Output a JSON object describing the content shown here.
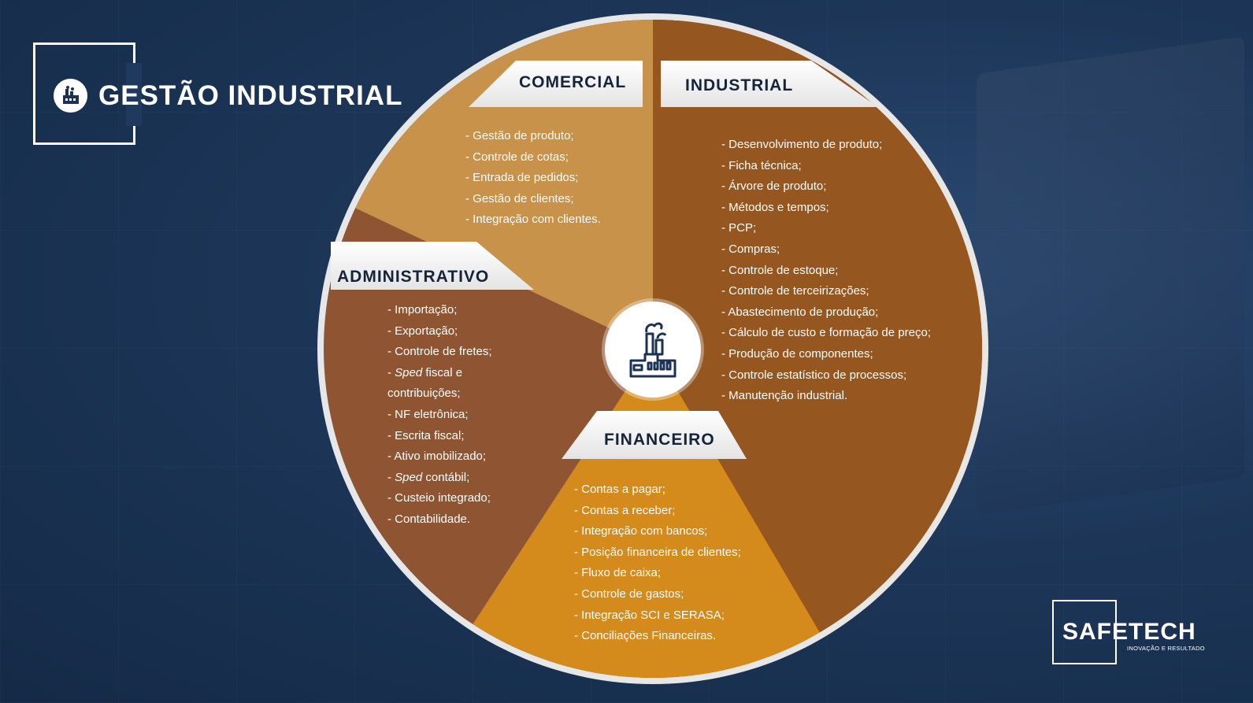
{
  "page": {
    "title": "GESTÃO INDUSTRIAL",
    "title_icon": "factory-icon"
  },
  "colors": {
    "background": "#1b3254",
    "comercial": "#c8924a",
    "industrial": "#96561f",
    "administrativo": "#8f5532",
    "financeiro": "#d58a1c",
    "label_bg": "#ffffff",
    "label_text": "#16243a"
  },
  "sections": {
    "comercial": {
      "label": "COMERCIAL",
      "items": [
        "- Gestão de produto;",
        "- Controle de cotas;",
        "- Entrada de pedidos;",
        "- Gestão de clientes;",
        "- Integração com clientes."
      ]
    },
    "industrial": {
      "label": "INDUSTRIAL",
      "items": [
        "- Desenvolvimento de produto;",
        "- Ficha técnica;",
        "- Árvore de produto;",
        "- Métodos e tempos;",
        "- PCP;",
        "- Compras;",
        "- Controle de estoque;",
        "- Controle de terceirizações;",
        "- Abastecimento de produção;",
        "- Cálculo de custo e formação de preço;",
        "- Produção de componentes;",
        "- Controle estatístico de processos;",
        "- Manutenção industrial."
      ]
    },
    "administrativo": {
      "label": "ADMINISTRATIVO",
      "items": [
        "- Importação;",
        "- Exportação;",
        "- Controle de fretes;"
      ],
      "sped_fiscal": {
        "prefix": "- ",
        "italic": "Sped",
        "rest": " fiscal e contribuições;"
      },
      "items_mid": [
        "- NF eletrônica;",
        "- Escrita fiscal;",
        "- Ativo imobilizado;"
      ],
      "sped_contabil": {
        "prefix": "- ",
        "italic": "Sped",
        "rest": " contábil;"
      },
      "items_end": [
        "- Custeio integrado;",
        "- Contabilidade."
      ]
    },
    "financeiro": {
      "label": "FINANCEIRO",
      "items": [
        "- Contas a pagar;",
        "- Contas a receber;",
        "- Integração com bancos;",
        "- Posição financeira de clientes;",
        "- Fluxo de caixa;",
        "- Controle de gastos;",
        "- Integração SCI e SERASA;",
        "- Conciliações Financeiras."
      ]
    }
  },
  "center": {
    "icon": "factory-icon"
  },
  "brand": {
    "name": "SAFETECH",
    "tagline": "INOVAÇÃO E RESULTADO"
  }
}
